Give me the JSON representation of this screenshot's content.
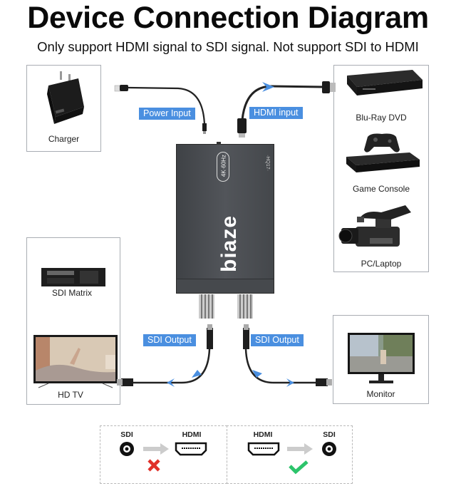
{
  "header": {
    "title": "Device Connection Diagram",
    "subtitle": "Only support HDMI signal to SDI signal. Not support SDI to HDMI"
  },
  "inputs": {
    "charger": {
      "label": "Charger",
      "icon": "usb-charger-icon"
    },
    "sources": [
      {
        "label": "Blu-Ray DVD",
        "icon": "bluray-player-icon"
      },
      {
        "label": "Game Console",
        "icon": "game-console-icon"
      },
      {
        "label": "PC/Laptop",
        "icon": "camcorder-icon"
      }
    ]
  },
  "cables": {
    "power": "Power Input",
    "hdmi": "HDMI input",
    "sdi_left": "SDI Output",
    "sdi_right": "SDI Output"
  },
  "converter": {
    "brand": "biaze",
    "badge": "4K·60Hz",
    "model": "·HQ17·"
  },
  "outputs": {
    "left": [
      {
        "label": "SDI Matrix",
        "icon": "sdi-matrix-icon"
      },
      {
        "label": "HD TV",
        "icon": "tv-icon"
      }
    ],
    "right": [
      {
        "label": "Monitor",
        "icon": "monitor-icon"
      }
    ]
  },
  "comparison": {
    "unsupported": {
      "from": "SDI",
      "to": "HDMI",
      "status": "not-supported",
      "status_color": "#e0302a"
    },
    "supported": {
      "from": "HDMI",
      "to": "SDI",
      "status": "supported",
      "status_color": "#2cc46b"
    }
  },
  "colors": {
    "tag_bg": "#4a8fe0",
    "box_border": "#a9adb3",
    "device_body": "#4a4d52"
  }
}
